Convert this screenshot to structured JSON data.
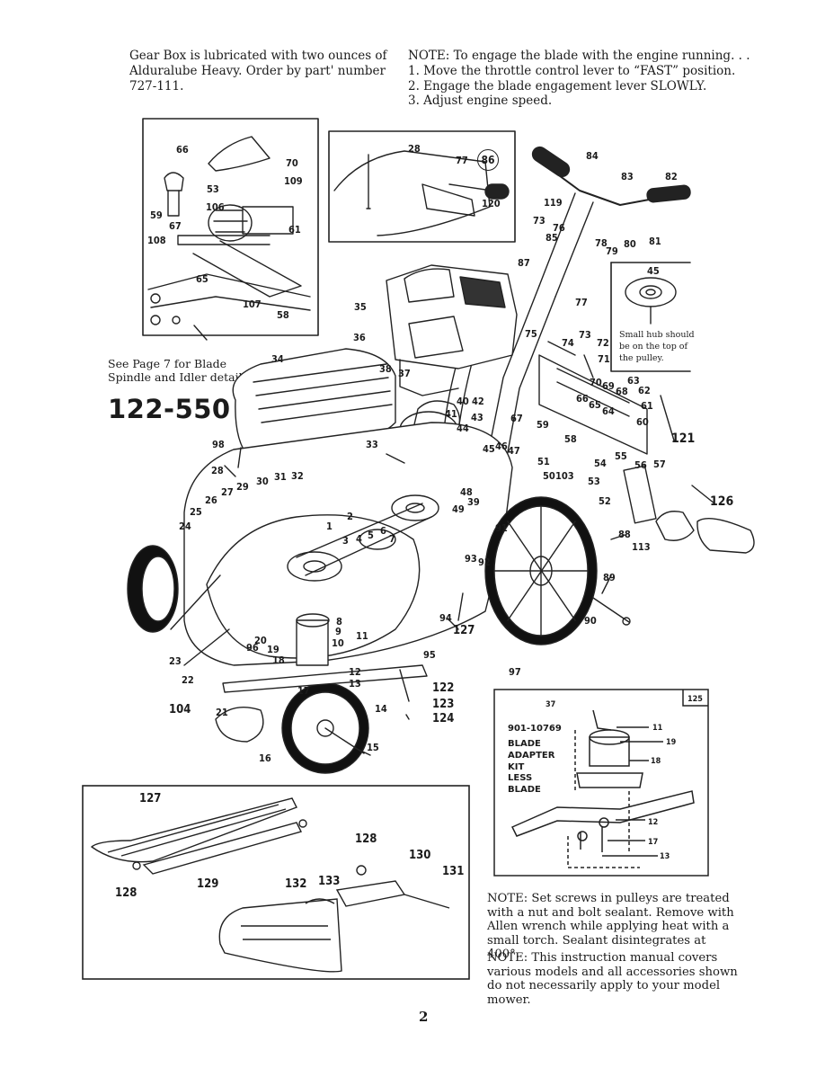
{
  "header_left": {
    "line1": "Gear Box is lubricated with two ounces of",
    "line2": "Alduralube Heavy.  Order by part' number",
    "line3": "727-111."
  },
  "header_right": {
    "line1": "NOTE: To engage the blade with the engine running. . .",
    "line2": "1. Move the throttle control lever to “FAST” position.",
    "line3": "2. Engage the blade engagement lever SLOWLY.",
    "line4": "3. Adjust engine speed."
  },
  "see_page": {
    "line1": "See  Page 7  for  Blade",
    "line2": "Spindle and Idler detail."
  },
  "model_number": "122-550",
  "pulley_inset": {
    "label": "45",
    "line1": "Small hub should",
    "line2": "be on the top of",
    "line3": "the pulley."
  },
  "kit_inset": {
    "box_number": "125",
    "part_number": "901-10769",
    "line1": "BLADE",
    "line2": "ADAPTER",
    "line3": "KIT",
    "line4": "LESS",
    "line5": "BLADE",
    "callouts": [
      "37",
      "11",
      "19",
      "18",
      "12",
      "17",
      "13"
    ]
  },
  "gearbox_inset_callouts": [
    "66",
    "70",
    "53",
    "109",
    "106",
    "59",
    "67",
    "61",
    "108",
    "65",
    "107",
    "58"
  ],
  "handle_inset_callouts": [
    "28",
    "77",
    "86",
    "120"
  ],
  "main_callouts": [
    "84",
    "83",
    "82",
    "119",
    "73",
    "76",
    "85",
    "78",
    "79",
    "80",
    "81",
    "87",
    "77",
    "35",
    "36",
    "75",
    "74",
    "73",
    "72",
    "71",
    "34",
    "38",
    "37",
    "70",
    "69",
    "68",
    "63",
    "62",
    "40",
    "42",
    "41",
    "43",
    "44",
    "66",
    "65",
    "64",
    "61",
    "60",
    "121",
    "67",
    "59",
    "58",
    "98",
    "33",
    "45",
    "46",
    "47",
    "54",
    "28",
    "51",
    "50",
    "103",
    "53",
    "55",
    "56",
    "57",
    "31",
    "32",
    "27",
    "29",
    "30",
    "48",
    "52",
    "126",
    "26",
    "39",
    "49",
    "91",
    "25",
    "1",
    "2",
    "3",
    "4",
    "5",
    "6",
    "7",
    "88",
    "113",
    "24",
    "93",
    "92",
    "89",
    "94",
    "127",
    "90",
    "8",
    "9",
    "11",
    "10",
    "20",
    "96",
    "19",
    "18",
    "95",
    "23",
    "12",
    "13",
    "22",
    "17",
    "97",
    "122",
    "123",
    "124",
    "104",
    "21",
    "14",
    "16",
    "15"
  ],
  "catcher_inset_callouts": [
    "127",
    "128",
    "130",
    "131",
    "129",
    "128",
    "132",
    "133"
  ],
  "note_sealant": "NOTE: Set screws in pulleys are treated with a nut and bolt sealant. Remove with Allen wrench while applying heat with a small torch. Sealant disintegrates at 400°.",
  "note_manual": "NOTE:  This  instruction  manual covers various models and all accessories shown do not necessarily apply to your model mower.",
  "page_number": "2"
}
